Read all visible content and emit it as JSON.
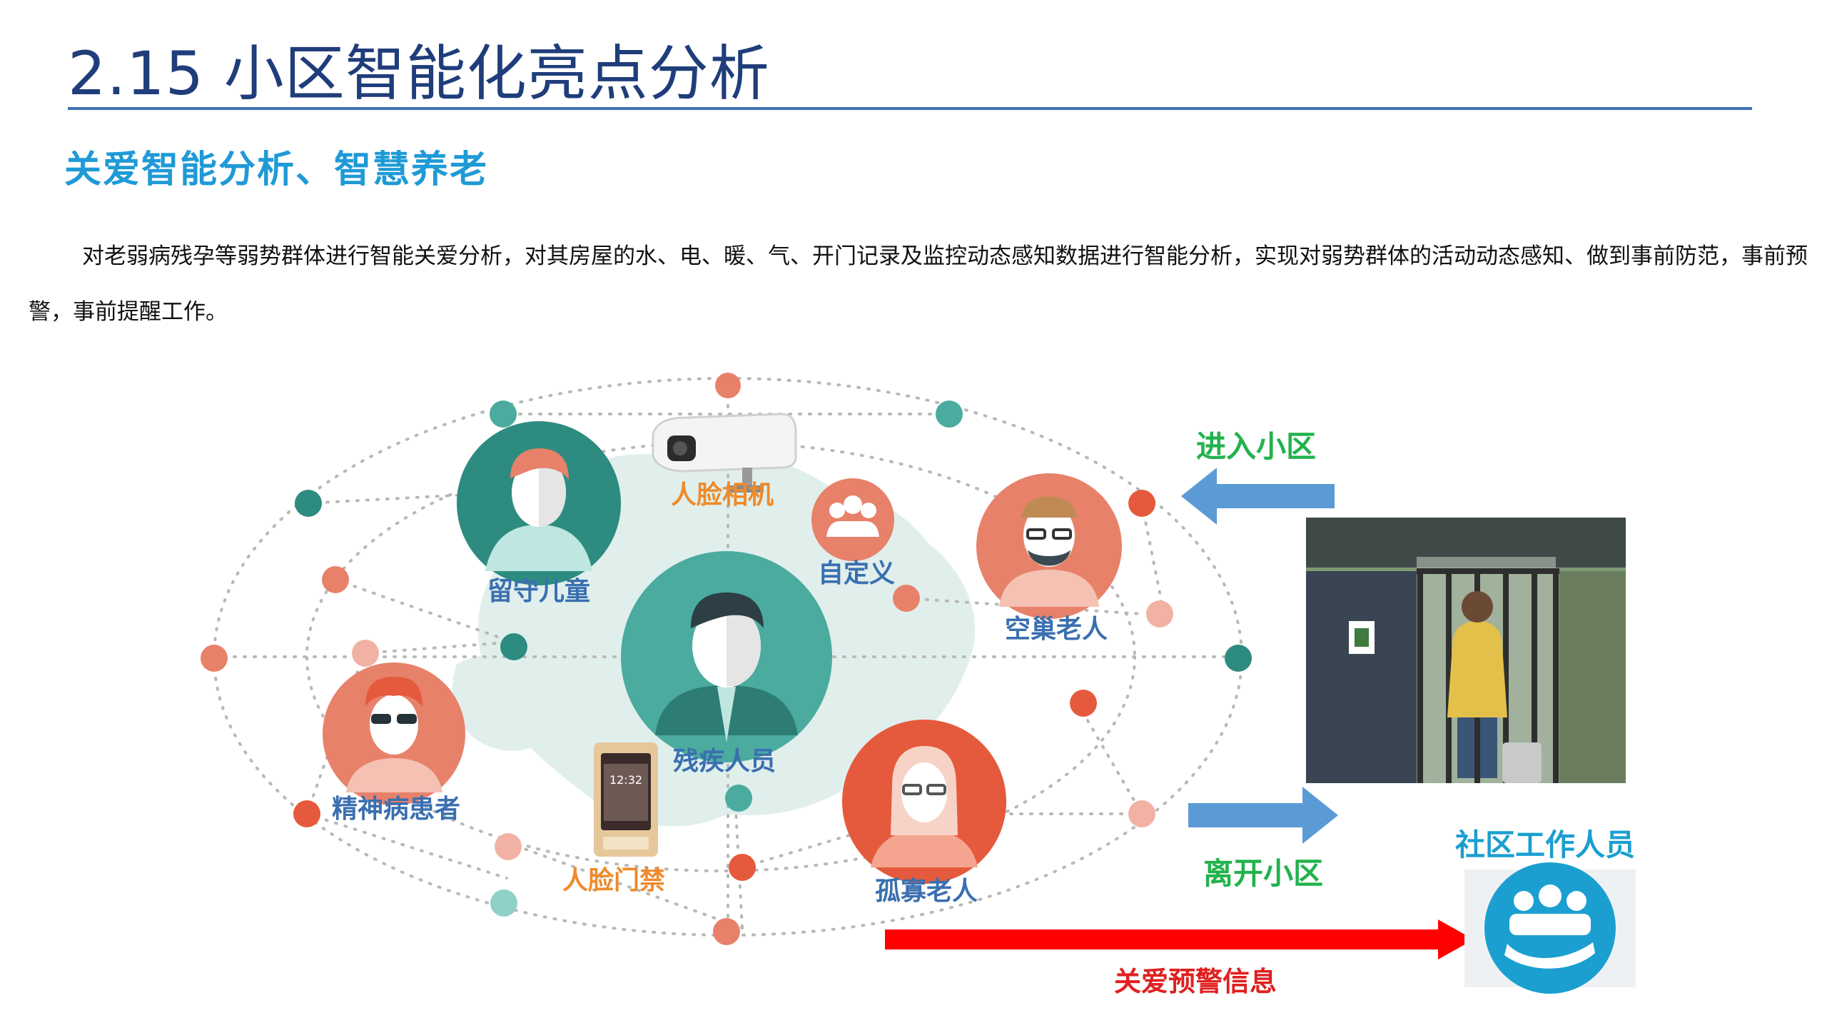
{
  "header": {
    "title": "2.15 小区智能化亮点分析",
    "subtitle": "关爱智能分析、智慧养老"
  },
  "description": "对老弱病残孕等弱势群体进行智能关爱分析，对其房屋的水、电、暖、气、开门记录及监控动态感知数据进行智能分析，实现对弱势群体的活动动态感知、做到事前防范，事前预警，事前提醒工作。",
  "diagram": {
    "people": {
      "left_behind_children": "留守儿童",
      "empty_nest_elderly": "空巢老人",
      "disabled": "残疾人员",
      "mental_patients": "精神病患者",
      "lonely_elderly": "孤寡老人"
    },
    "devices": {
      "face_camera": "人脸相机",
      "face_access": "人脸门禁",
      "custom": "自定义",
      "access_screen_time": "12:32"
    },
    "flows": {
      "enter": "进入小区",
      "leave": "离开小区",
      "alert": "关爱预警信息"
    },
    "staff": "社区工作人员",
    "colors": {
      "teal": "#2e8b80",
      "salmon": "#e8816a",
      "red_orange": "#e55a3c",
      "blue_arrow": "#5b9bd5",
      "alert_red": "#ff0000",
      "green_text": "#22b24c",
      "label_blue": "#3a6fb0",
      "label_orange": "#ef8a2a",
      "staff_blue": "#1a9fd0"
    }
  }
}
